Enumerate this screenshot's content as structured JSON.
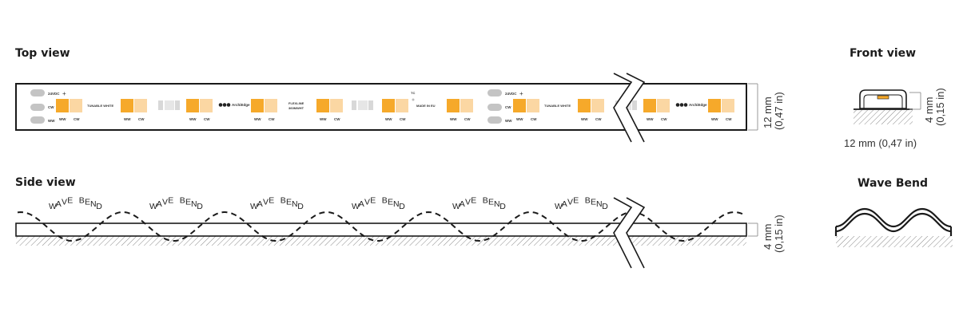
{
  "headings": {
    "top_view": "Top view",
    "side_view": "Side view",
    "front_view": "Front view",
    "wave_bend": "Wave Bend"
  },
  "dimensions": {
    "width_line1": "12 mm",
    "width_line2": "(0,47 in)",
    "height_line1": "4 mm",
    "height_line2": "(0,15 in)",
    "front_width": "12 mm (0,47 in)"
  },
  "strip_text": {
    "voltage": "24VDC",
    "cw": "CW",
    "ww": "WW",
    "tunable_white": "TUNABLE WHITE",
    "brand": "ArchiEdge",
    "flexline": "FLEXLINE",
    "flexline_sub": "360MWHT",
    "tc": "TC",
    "made_in_eu": "MADE IN EU",
    "led_ww": "WW",
    "led_cw": "CW"
  },
  "wave_label": "WAVE BEND",
  "colors": {
    "led_warm": "#f6a92a",
    "led_cool": "#fbd7a3",
    "pad": "#c4c4c4",
    "outline": "#1a1a1a",
    "hatch": "#888888"
  }
}
